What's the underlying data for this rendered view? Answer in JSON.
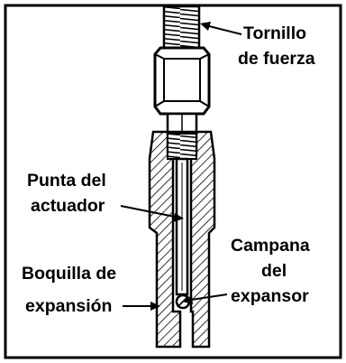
{
  "callouts": {
    "force_screw": {
      "line1": "Tornillo",
      "line2": "de fuerza"
    },
    "actuator_tip": {
      "line1": "Punta del",
      "line2": "actuador"
    },
    "expander_bell": {
      "line1": "Campana",
      "line2": "del",
      "line3": "expansor"
    },
    "expansion_nozzle": {
      "line1": "Boquilla de",
      "line2": "expansión"
    }
  },
  "colors": {
    "ink": "#000000",
    "paper": "#ffffff"
  }
}
